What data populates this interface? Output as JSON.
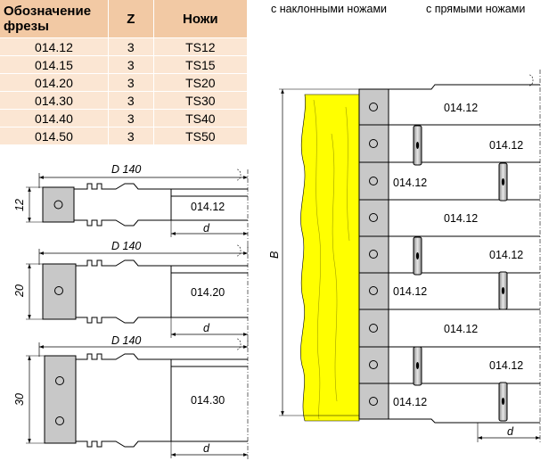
{
  "table": {
    "headers": [
      "Обозначение фрезы",
      "Z",
      "Ножи"
    ],
    "rows": [
      [
        "014.12",
        "3",
        "TS12"
      ],
      [
        "014.15",
        "3",
        "TS15"
      ],
      [
        "014.20",
        "3",
        "TS20"
      ],
      [
        "014.30",
        "3",
        "TS30"
      ],
      [
        "014.40",
        "3",
        "TS40"
      ],
      [
        "014.50",
        "3",
        "TS50"
      ]
    ]
  },
  "labels": {
    "inclined": "с наклонными ножами",
    "straight": "с прямыми ножами",
    "diameter": "D 140",
    "d": "d",
    "B": "B",
    "h12": "12",
    "h20": "20",
    "h30": "30",
    "code12": "014.12",
    "code20": "014.20",
    "code30": "014.30"
  },
  "colors": {
    "table_header": "#f2c9a4",
    "table_body": "#fbe6d3",
    "cutter_grey": "#c8c8c8",
    "workpiece_yellow": "#ffff00"
  }
}
